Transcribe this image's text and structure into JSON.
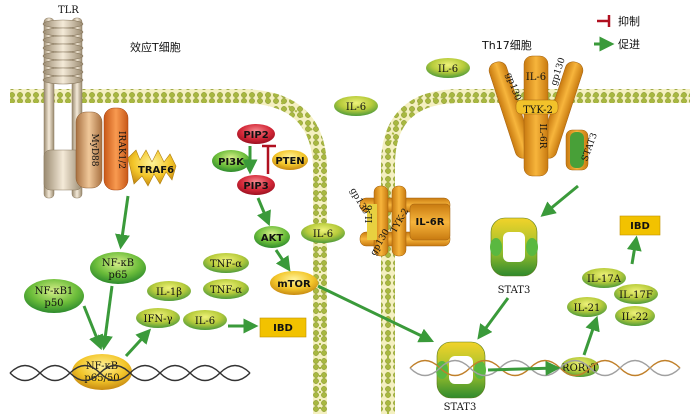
{
  "legend": {
    "inhibit": "抑制",
    "promote": "促进"
  },
  "cells": {
    "effector_t": "效应T细胞",
    "th17": "Th17细胞"
  },
  "labels": {
    "tlr": "TLR",
    "myd88": "MyD88",
    "irak": "IRAK1/2",
    "traf6": "TRAF6",
    "nfkb_p65": [
      "NF-κB",
      "p65"
    ],
    "nfkb1_p50": [
      "NF-κB1",
      "p50"
    ],
    "nfkb_p6550": [
      "NF-κB",
      "p65/50"
    ],
    "pip2": "PIP2",
    "pi3k": "PI3K",
    "pten": "PTEN",
    "pip3": "PIP3",
    "akt": "AKT",
    "mtor": "mTOR",
    "tnf_a": "TNF-α",
    "il_1b": "IL-1β",
    "ifn_g": "IFN-γ",
    "il_6": "IL-6",
    "ibd": "IBD",
    "gp130": "gp130",
    "il_6r": "IL-6R",
    "tyk2": "TYK-2",
    "stat3": "STAT3",
    "roryt": "RORγT",
    "il_17a": "IL-17A",
    "il_17f": "IL-17F",
    "il_21": "IL-21",
    "il_22": "IL-22"
  },
  "colors": {
    "promote": "#3a9a3a",
    "inhibit": "#b01020",
    "membrane": "#a8b840",
    "ibd_box": "#f2c200",
    "receptor": "#f0a020",
    "pip2": "#d02030"
  }
}
